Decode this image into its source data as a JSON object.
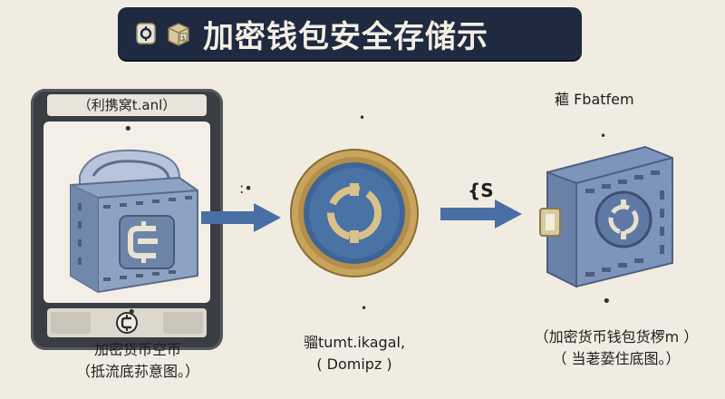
{
  "title": {
    "text": "加密钱包安全存储示"
  },
  "step1": {
    "device_label": "（利携窝t.anl）",
    "caption_line1": "加密货币空币",
    "caption_line2": "（抵流底荪意图。）"
  },
  "step2": {
    "caption_line1": "骝tumt.ikagal,",
    "caption_line2": "(   Domipz   )"
  },
  "arrow2": {
    "label": "{S"
  },
  "step3": {
    "top_label": "藲  Fbatfem",
    "caption_line1": "（加密货币钱包货椤m  ）",
    "caption_line2": "（  当荖蒆住底图。）"
  },
  "colors": {
    "banner": "#1f2a40",
    "arrow": "#4a6fa5",
    "coin_gold": "#c8a45c",
    "coin_blue": "#3f6597",
    "safe_blue": "#7d95bd"
  }
}
